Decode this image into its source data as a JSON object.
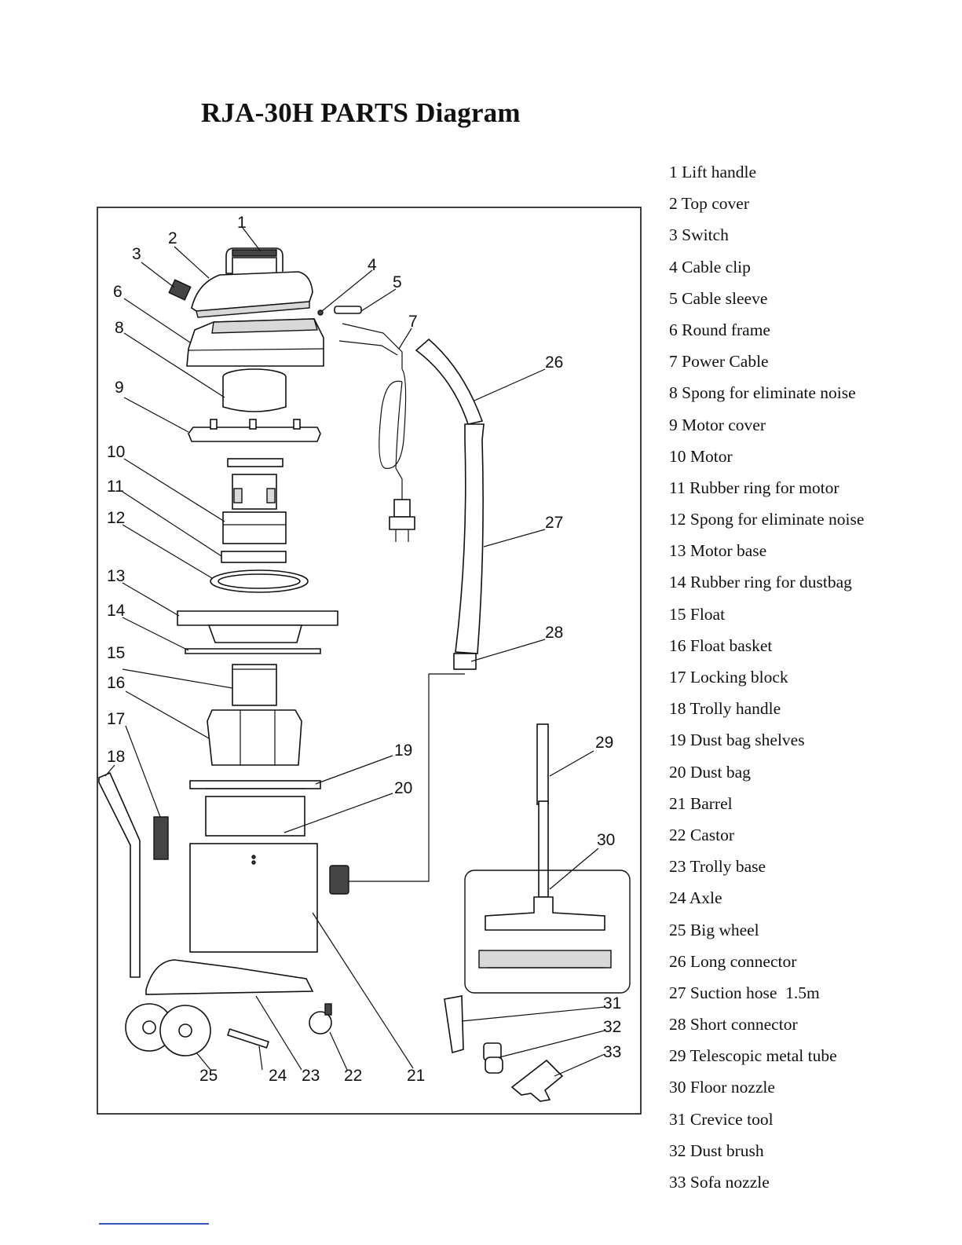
{
  "title": "RJA-30H PARTS Diagram",
  "parts": [
    {
      "num": "1",
      "name": "Lift handle"
    },
    {
      "num": "2",
      "name": "Top cover"
    },
    {
      "num": "3",
      "name": "Switch"
    },
    {
      "num": "4",
      "name": "Cable clip"
    },
    {
      "num": "5",
      "name": "Cable sleeve"
    },
    {
      "num": "6",
      "name": "Round frame"
    },
    {
      "num": "7",
      "name": "Power Cable"
    },
    {
      "num": "8",
      "name": "Spong for eliminate noise"
    },
    {
      "num": "9",
      "name": "Motor cover"
    },
    {
      "num": "10",
      "name": "Motor"
    },
    {
      "num": "11",
      "name": "Rubber ring for motor"
    },
    {
      "num": "12",
      "name": "Spong for eliminate noise"
    },
    {
      "num": "13",
      "name": "Motor base"
    },
    {
      "num": "14",
      "name": "Rubber ring for dustbag"
    },
    {
      "num": "15",
      "name": "Float"
    },
    {
      "num": "16",
      "name": "Float basket"
    },
    {
      "num": "17",
      "name": "Locking block"
    },
    {
      "num": "18",
      "name": "Trolly handle"
    },
    {
      "num": "19",
      "name": "Dust bag shelves"
    },
    {
      "num": "20",
      "name": "Dust bag"
    },
    {
      "num": "21",
      "name": "Barrel"
    },
    {
      "num": "22",
      "name": "Castor"
    },
    {
      "num": "23",
      "name": "Trolly base"
    },
    {
      "num": "24",
      "name": "Axle"
    },
    {
      "num": "25",
      "name": "Big wheel"
    },
    {
      "num": "26",
      "name": "Long connector"
    },
    {
      "num": "27",
      "name": "Suction hose  1.5m"
    },
    {
      "num": "28",
      "name": "Short connector"
    },
    {
      "num": "29",
      "name": "Telescopic metal tube"
    },
    {
      "num": "30",
      "name": "Floor nozzle"
    },
    {
      "num": "31",
      "name": "Crevice tool"
    },
    {
      "num": "32",
      "name": "Dust brush"
    },
    {
      "num": "33",
      "name": "Sofa nozzle"
    }
  ],
  "callouts": [
    "1",
    "2",
    "3",
    "4",
    "5",
    "6",
    "7",
    "8",
    "9",
    "10",
    "11",
    "12",
    "13",
    "14",
    "15",
    "16",
    "17",
    "18",
    "19",
    "20",
    "21",
    "22",
    "23",
    "24",
    "25",
    "26",
    "27",
    "28",
    "29",
    "30",
    "31",
    "32",
    "33"
  ]
}
